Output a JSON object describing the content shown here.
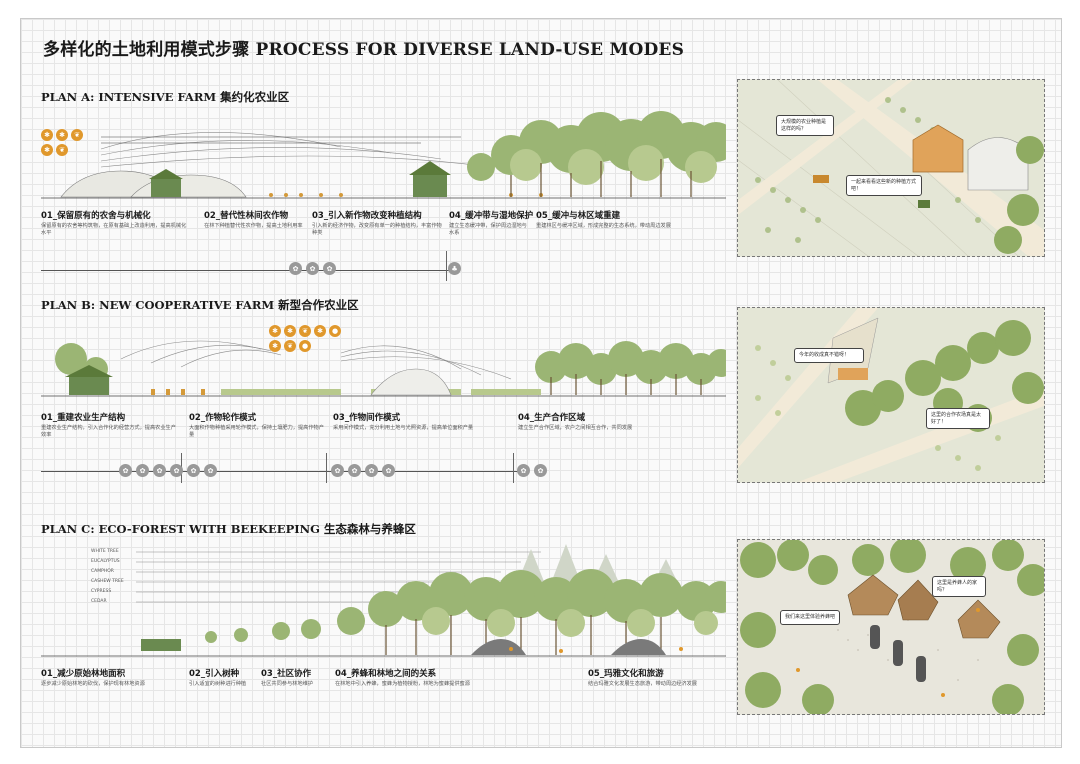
{
  "title": "多样化的土地利用模式步骤 PROCESS FOR DIVERSE LAND-USE MODES",
  "colors": {
    "accent": "#e0982c",
    "tree_green": "#8fab62",
    "dark_green": "#5b7a3a",
    "farm_green": "#6a8a50"
  },
  "plan_a": {
    "title": "PLAN A: INTENSIVE FARM 集约化农业区",
    "steps": [
      {
        "title": "01_保留原有的农舍与机械化",
        "desc": "保留原有的农舍等构筑物，在原有基础上改造利用，提高机械化水平"
      },
      {
        "title": "02_替代性林间农作物",
        "desc": "在林下种植替代性农作物，提高土地利用率"
      },
      {
        "title": "03_引入新作物改变种植结构",
        "desc": "引入新的经济作物，改变原有单一的种植结构，丰富作物种类"
      },
      {
        "title": "04_缓冲带与湿地保护",
        "desc": "建立生态缓冲带，保护周边湿地与水系"
      },
      {
        "title": "05_缓冲与林区域重建",
        "desc": "重建林区与缓冲区域，形成完整的生态系统，带动周边发展"
      }
    ],
    "bubbles": [
      "大规模的农业种植是这样的吗？",
      "一起来看看这些新的种植方式吧！"
    ]
  },
  "plan_b": {
    "title": "PLAN B: NEW COOPERATIVE FARM 新型合作农业区",
    "steps": [
      {
        "title": "01_重建农业生产结构",
        "desc": "重建农业生产结构，引入合作化的经营方式，提高农业生产效率"
      },
      {
        "title": "02_作物轮作模式",
        "desc": "大面积作物种植采用轮作模式，保持土壤肥力，提高作物产量"
      },
      {
        "title": "03_作物间作模式",
        "desc": "采用间作模式，充分利用土地与光照资源，提高单位面积产量"
      },
      {
        "title": "04_生产合作区域",
        "desc": "建立生产合作区域，农户之间相互合作，共同发展"
      }
    ],
    "bubbles": [
      "今年的收成真不错呀！",
      "这里的合作农场真是太好了！"
    ]
  },
  "plan_c": {
    "title": "PLAN C: ECO-FOREST WITH BEEKEEPING 生态森林与养蜂区",
    "tree_labels": [
      "WHITE TREE",
      "EUCALYPTUS",
      "CAMPHOR",
      "CASHEW TREE",
      "CYPRESS",
      "CEDAR"
    ],
    "steps": [
      {
        "title": "01_减少原始林地面积",
        "desc": "逐步减少原始林地的砍伐，保护现有林地资源"
      },
      {
        "title": "02_引入树种",
        "desc": "引入适宜的树种进行种植"
      },
      {
        "title": "03_社区协作",
        "desc": "社区共同参与林地维护"
      },
      {
        "title": "04_养蜂和林地之间的关系",
        "desc": "在林地中引入养蜂，蜜蜂为植物授粉，林地为蜜蜂提供蜜源"
      },
      {
        "title": "05_玛雅文化和旅游",
        "desc": "结合玛雅文化发展生态旅游，带动周边经济发展"
      }
    ],
    "bubbles": [
      "这里是养蜂人的家吗？",
      "我们来这里体验养蜂吧"
    ]
  }
}
